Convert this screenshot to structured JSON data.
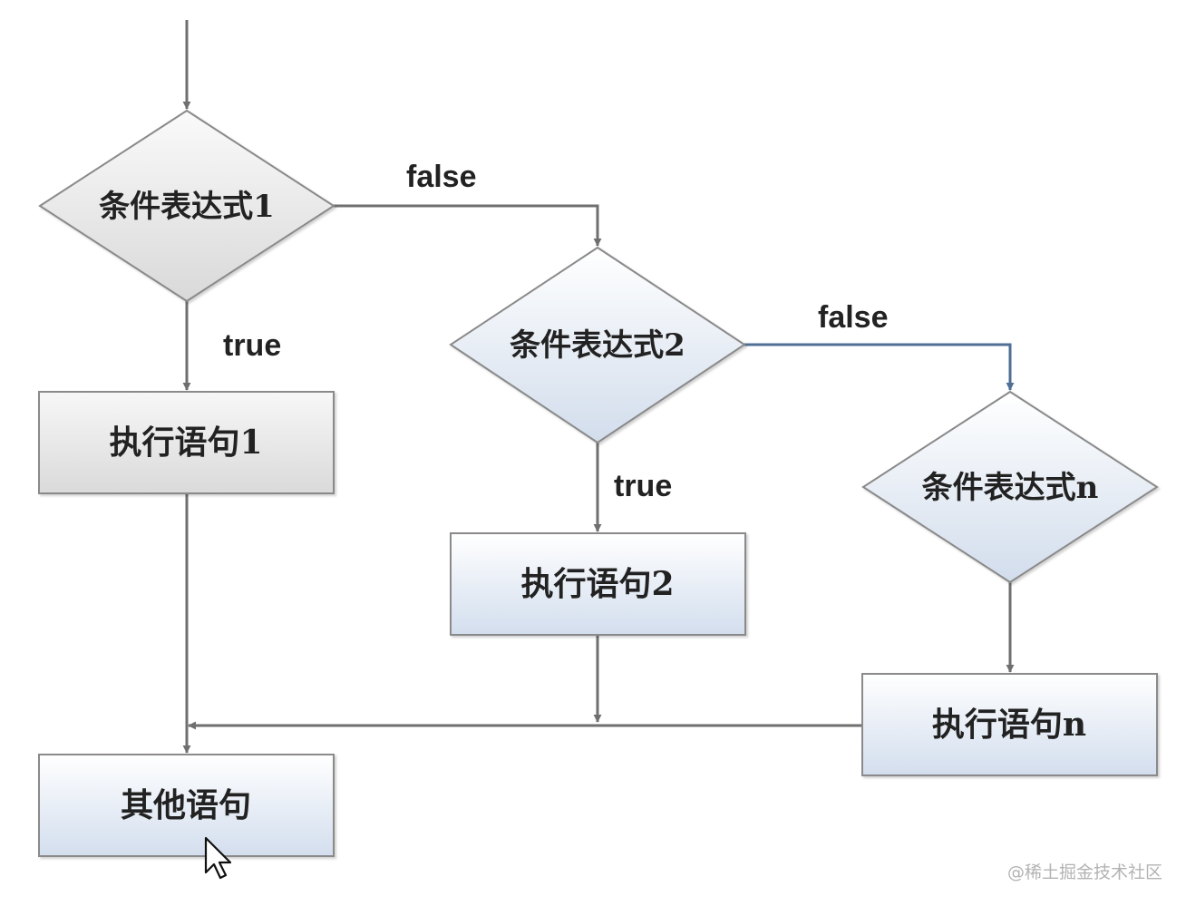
{
  "nodes": {
    "cond1": "条件表达式1",
    "cond2": "条件表达式2",
    "condn": "条件表达式n",
    "stmt1": "执行语句1",
    "stmt2": "执行语句2",
    "stmtn": "执行语句n",
    "other": "其他语句"
  },
  "edges": {
    "false1": "false",
    "false2": "false",
    "true1": "true",
    "true2": "true"
  },
  "watermark": "@稀土掘金技术社区",
  "colors": {
    "line": "#6f6f6f",
    "line_blue": "#4f6f95",
    "box_stroke": "#8a8a8a",
    "fill_grey_top": "#f6f6f6",
    "fill_grey_bottom": "#dcdcdc",
    "fill_blue_top": "#ffffff",
    "fill_blue_bottom": "#d5e0ef"
  }
}
